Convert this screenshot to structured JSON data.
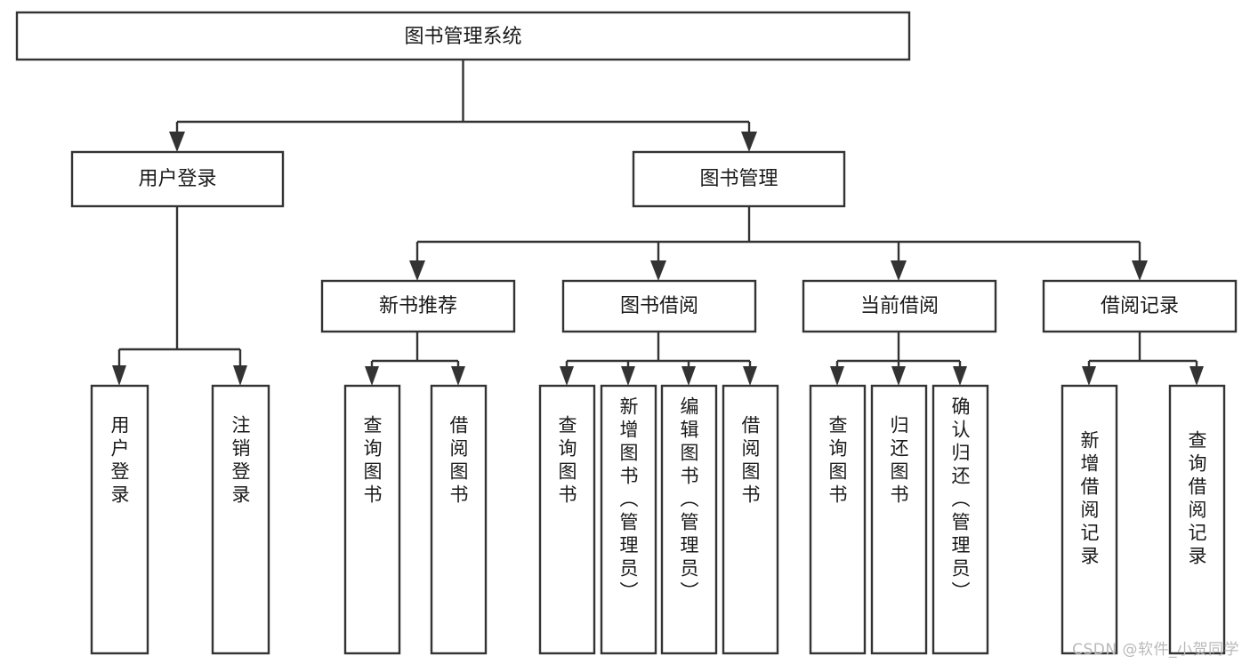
{
  "diagram": {
    "type": "tree",
    "title": "图书管理系统",
    "orientation": "top-down",
    "levels": 4,
    "root": {
      "label": "图书管理系统"
    },
    "level2": [
      {
        "label": "用户登录"
      },
      {
        "label": "图书管理"
      }
    ],
    "level3": [
      {
        "label": "新书推荐",
        "parent": "图书管理"
      },
      {
        "label": "图书借阅",
        "parent": "图书管理"
      },
      {
        "label": "当前借阅",
        "parent": "图书管理"
      },
      {
        "label": "借阅记录",
        "parent": "图书管理"
      }
    ],
    "leaves": {
      "用户登录": [
        {
          "label": "用户登录"
        },
        {
          "label": "注销登录"
        }
      ],
      "新书推荐": [
        {
          "label": "查询图书"
        },
        {
          "label": "借阅图书"
        }
      ],
      "图书借阅": [
        {
          "label": "查询图书"
        },
        {
          "label": "新增图书（管理员）"
        },
        {
          "label": "编辑图书（管理员）"
        },
        {
          "label": "借阅图书"
        }
      ],
      "当前借阅": [
        {
          "label": "查询图书"
        },
        {
          "label": "归还图书"
        },
        {
          "label": "确认归还（管理员）"
        }
      ],
      "借阅记录": [
        {
          "label": "新增借阅记录"
        },
        {
          "label": "查询借阅记录"
        }
      ]
    }
  },
  "nodes": {
    "root": "图书管理系统",
    "user_login": "用户登录",
    "book_manage": "图书管理",
    "new_book_rec": "新书推荐",
    "book_borrow": "图书借阅",
    "current_borrow": "当前借阅",
    "borrow_record": "借阅记录",
    "leaf_user_login": "用户登录",
    "leaf_logout": "注销登录",
    "leaf_nbr_query": "查询图书",
    "leaf_nbr_borrow": "借阅图书",
    "leaf_bb_query": "查询图书",
    "leaf_bb_add": "新增图书（管理员）",
    "leaf_bb_edit": "编辑图书（管理员）",
    "leaf_bb_borrow": "借阅图书",
    "leaf_cb_query": "查询图书",
    "leaf_cb_return": "归还图书",
    "leaf_cb_confirm": "确认归还（管理员）",
    "leaf_br_add": "新增借阅记录",
    "leaf_br_query": "查询借阅记录"
  },
  "watermark": {
    "text": "CSDN @软件_小贺同学"
  },
  "colors": {
    "stroke": "#333333",
    "fill": "#ffffff",
    "text": "#1a1a1a",
    "watermark": "#b9b9b9",
    "background": "#ffffff"
  }
}
